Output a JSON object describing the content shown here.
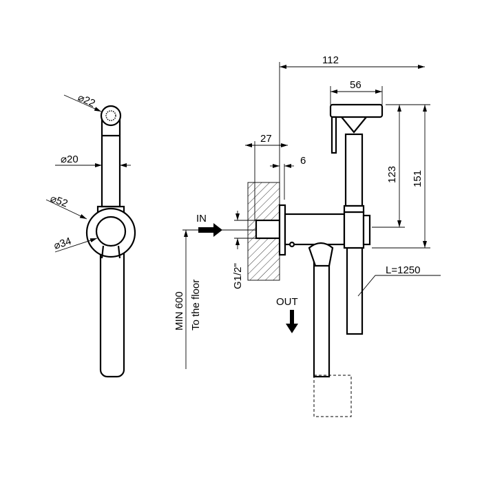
{
  "title": "Bidet shower set technical drawing",
  "side_view": {
    "dim_head_diameter": "⌀22",
    "dim_handle_diameter": "⌀20",
    "dim_holder_outer_diameter": "⌀52",
    "dim_holder_inner_diameter": "⌀34"
  },
  "front_view": {
    "dim_total_depth": "112",
    "dim_head_length": "56",
    "dim_wall_depth": "27",
    "dim_flange": "6",
    "dim_height_total": "151",
    "dim_height_handle": "123",
    "label_in": "IN",
    "label_out": "OUT",
    "label_thread": "G1/2\"",
    "label_min_height": "MIN 600",
    "label_to_floor": "To the floor",
    "label_hose_length": "L=1250"
  }
}
